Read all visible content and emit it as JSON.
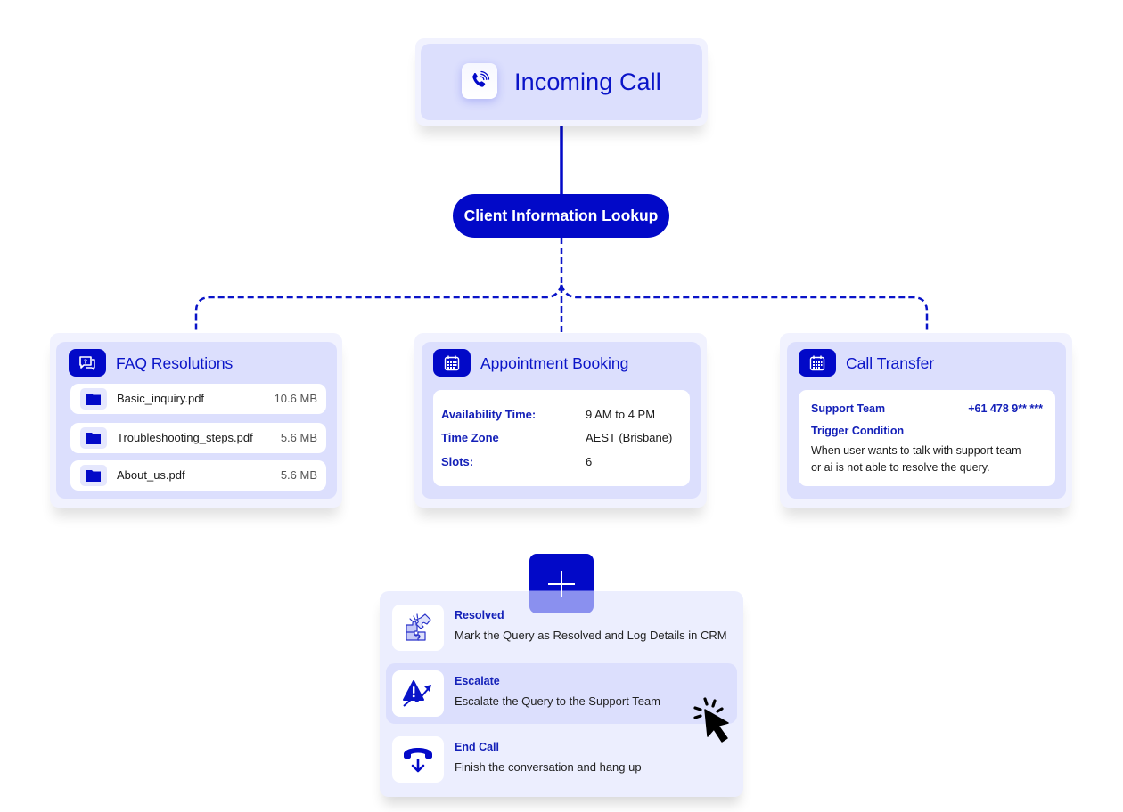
{
  "incoming_call": {
    "title": "Incoming Call",
    "icon": "phone-ringing-icon"
  },
  "lookup": {
    "label": "Client Information Lookup"
  },
  "faq": {
    "title": "FAQ Resolutions",
    "icon": "faq-chat-icon",
    "files": [
      {
        "name": "Basic_inquiry.pdf",
        "size": "10.6 MB",
        "icon": "folder-icon"
      },
      {
        "name": "Troubleshooting_steps.pdf",
        "size": "5.6 MB",
        "icon": "folder-icon"
      },
      {
        "name": "About_us.pdf",
        "size": "5.6 MB",
        "icon": "folder-icon"
      }
    ]
  },
  "appointment": {
    "title": "Appointment Booking",
    "icon": "calendar-icon",
    "fields": [
      {
        "label": "Availability Time:",
        "value": "9 AM to 4 PM"
      },
      {
        "label": "Time Zone",
        "value": "AEST (Brisbane)"
      },
      {
        "label": "Slots:",
        "value": "6"
      }
    ]
  },
  "transfer": {
    "title": "Call Transfer",
    "icon": "calendar-icon",
    "team_label": "Support Team",
    "team_phone": "+61 478 9** ***",
    "trigger_label": "Trigger Condition",
    "trigger_text_line1": "When user wants to talk with support team",
    "trigger_text_line2": "or ai is not able to resolve the query."
  },
  "add_button": {
    "icon": "plus-icon"
  },
  "actions": [
    {
      "title": "Resolved",
      "description": "Mark the Query as Resolved and Log Details in CRM",
      "icon": "puzzle-icon"
    },
    {
      "title": "Escalate",
      "description": "Escalate the Query to the Support Team",
      "icon": "escalate-warning-icon",
      "highlighted": true
    },
    {
      "title": "End Call",
      "description": "Finish the conversation and hang up",
      "icon": "hang-up-icon"
    }
  ],
  "colors": {
    "accent": "#0209c8",
    "card_bg": "#dcdffd",
    "frame_bg": "#f1f2fe",
    "label_text": "#1420b8"
  }
}
